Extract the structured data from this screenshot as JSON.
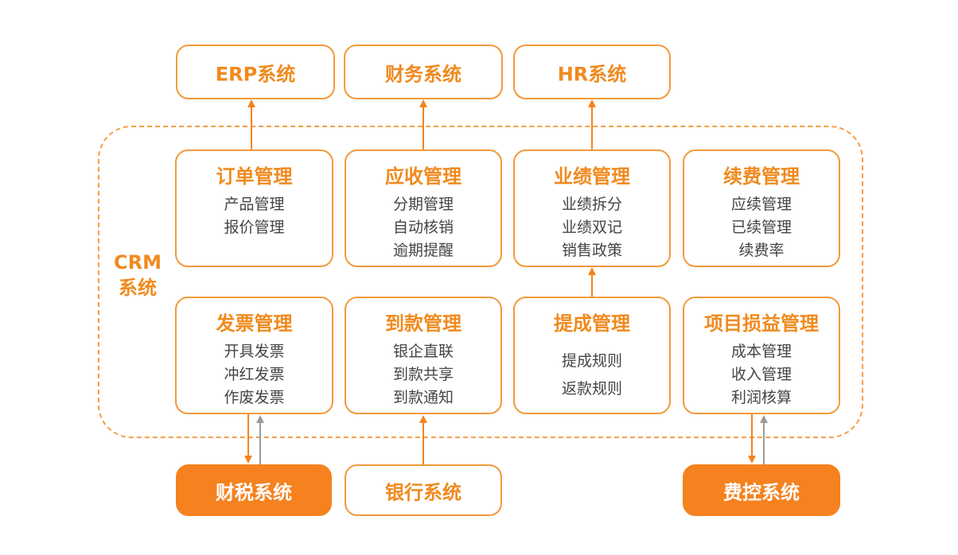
{
  "external_top": [
    {
      "label": "ERP系统"
    },
    {
      "label": "财务系统"
    },
    {
      "label": "HR系统"
    }
  ],
  "external_bottom": [
    {
      "label": "财税系统",
      "filled": true
    },
    {
      "label": "银行系统",
      "filled": false
    },
    {
      "label": "费控系统",
      "filled": true
    }
  ],
  "crm": {
    "label_line1": "CRM",
    "label_line2": "系统"
  },
  "modules": [
    {
      "title": "订单管理",
      "items": [
        "产品管理",
        "报价管理"
      ]
    },
    {
      "title": "应收管理",
      "items": [
        "分期管理",
        "自动核销",
        "逾期提醒"
      ]
    },
    {
      "title": "业绩管理",
      "items": [
        "业绩拆分",
        "业绩双记",
        "销售政策"
      ]
    },
    {
      "title": "续费管理",
      "items": [
        "应续管理",
        "已续管理",
        "续费率"
      ]
    },
    {
      "title": "发票管理",
      "items": [
        "开具发票",
        "冲红发票",
        "作废发票"
      ]
    },
    {
      "title": "到款管理",
      "items": [
        "银企直联",
        "到款共享",
        "到款通知"
      ]
    },
    {
      "title": "提成管理",
      "items": [
        "提成规则",
        "返款规则"
      ]
    },
    {
      "title": "项目损益管理",
      "items": [
        "成本管理",
        "收入管理",
        "利润核算"
      ]
    }
  ],
  "colors": {
    "accent": "#F5821F",
    "text_dark": "#444444",
    "arrow_gray": "#9A9A9A"
  }
}
